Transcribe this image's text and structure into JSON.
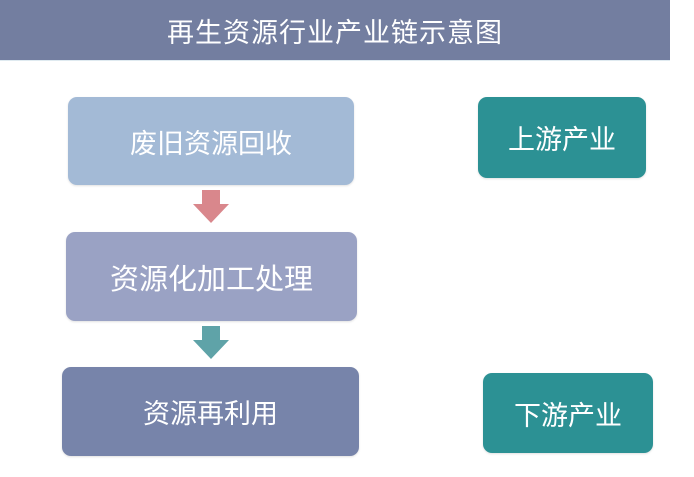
{
  "header": {
    "title": "再生资源行业产业链示意图"
  },
  "flow": {
    "steps": [
      {
        "label": "废旧资源回收",
        "color": "#a3bad6"
      },
      {
        "label": "资源化加工处理",
        "color": "#9aa2c4"
      },
      {
        "label": "资源再利用",
        "color": "#7784aa"
      }
    ],
    "arrows": [
      {
        "direction": "down",
        "color": "#d9878c"
      },
      {
        "direction": "down",
        "color": "#5fa3a8"
      }
    ]
  },
  "side": {
    "upstream": {
      "label": "上游产业",
      "color": "#2c9194"
    },
    "downstream": {
      "label": "下游产业",
      "color": "#2c9194"
    }
  },
  "colors": {
    "header_bg": "#737ea0",
    "text": "#ffffff"
  }
}
